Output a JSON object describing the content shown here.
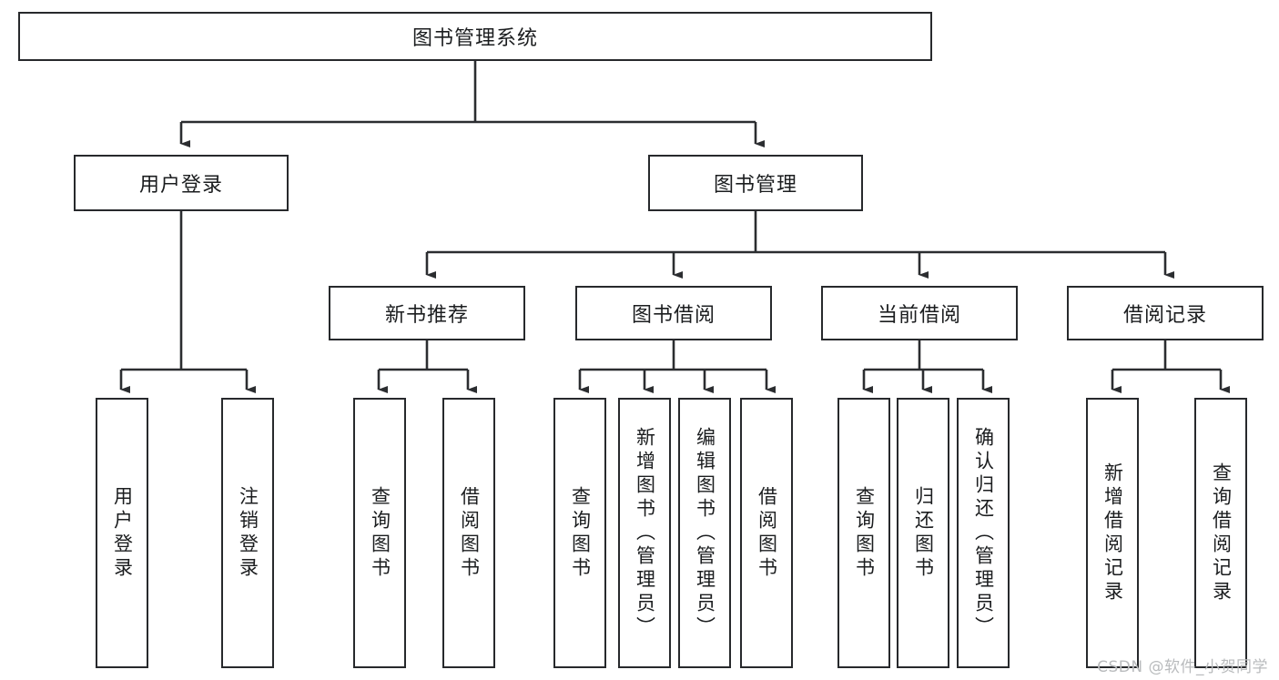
{
  "diagram": {
    "type": "hierarchy-tree",
    "title": "图书管理系统",
    "watermark": "CSDN @软件_小贺同学",
    "colors": {
      "stroke": "#27292c",
      "fill": "#ffffff",
      "text": "#1b1d1f",
      "watermark": "#b9bbbd"
    },
    "levels": {
      "root": {
        "label": "图书管理系统"
      },
      "level2": [
        {
          "id": "user-login",
          "label": "用户登录"
        },
        {
          "id": "book-manage",
          "label": "图书管理"
        }
      ],
      "level3": [
        {
          "id": "new-book-rec",
          "label": "新书推荐",
          "parent": "book-manage"
        },
        {
          "id": "book-borrow",
          "label": "图书借阅",
          "parent": "book-manage"
        },
        {
          "id": "current-borrow",
          "label": "当前借阅",
          "parent": "book-manage"
        },
        {
          "id": "borrow-record",
          "label": "借阅记录",
          "parent": "book-manage"
        }
      ],
      "leaves": [
        {
          "id": "leaf-user-login",
          "label": "用户登录",
          "parent": "user-login"
        },
        {
          "id": "leaf-logout",
          "label": "注销登录",
          "parent": "user-login"
        },
        {
          "id": "leaf-query-book-1",
          "label": "查询图书",
          "parent": "new-book-rec"
        },
        {
          "id": "leaf-borrow-book-1",
          "label": "借阅图书",
          "parent": "new-book-rec"
        },
        {
          "id": "leaf-query-book-2",
          "label": "查询图书",
          "parent": "book-borrow"
        },
        {
          "id": "leaf-add-book",
          "label": "新增图书（管理员）",
          "parent": "book-borrow"
        },
        {
          "id": "leaf-edit-book",
          "label": "编辑图书（管理员）",
          "parent": "book-borrow"
        },
        {
          "id": "leaf-borrow-book-2",
          "label": "借阅图书",
          "parent": "book-borrow"
        },
        {
          "id": "leaf-query-book-3",
          "label": "查询图书",
          "parent": "current-borrow"
        },
        {
          "id": "leaf-return-book",
          "label": "归还图书",
          "parent": "current-borrow"
        },
        {
          "id": "leaf-confirm-return",
          "label": "确认归还（管理员）",
          "parent": "current-borrow"
        },
        {
          "id": "leaf-add-record",
          "label": "新增借阅记录",
          "parent": "borrow-record"
        },
        {
          "id": "leaf-query-record",
          "label": "查询借阅记录",
          "parent": "borrow-record"
        }
      ]
    }
  }
}
